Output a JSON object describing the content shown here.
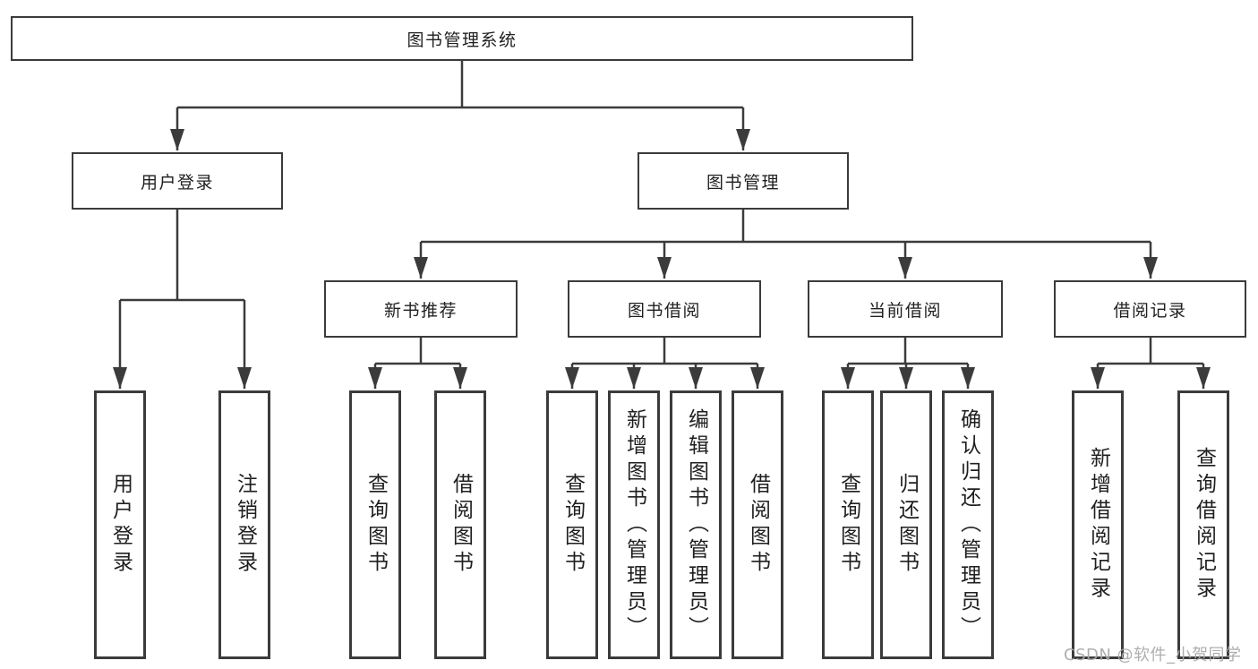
{
  "tree": {
    "root": "图书管理系统",
    "level2": [
      {
        "label": "用户登录"
      },
      {
        "label": "图书管理"
      }
    ],
    "level3": [
      {
        "label": "新书推荐"
      },
      {
        "label": "图书借阅"
      },
      {
        "label": "当前借阅"
      },
      {
        "label": "借阅记录"
      }
    ],
    "leaves": {
      "user_login": [
        "用户登录",
        "注销登录"
      ],
      "new_book": [
        "查询图书",
        "借阅图书"
      ],
      "book_borrow": [
        "查询图书",
        "新增图书（管理员）",
        "编辑图书（管理员）",
        "借阅图书"
      ],
      "current_borrow": [
        "查询图书",
        "归还图书",
        "确认归还（管理员）"
      ],
      "borrow_record": [
        "新增借阅记录",
        "查询借阅记录"
      ]
    }
  },
  "watermark": {
    "text": "CSDN @软件_小贺同学"
  },
  "colors": {
    "line": "#3b3b3b",
    "text": "#1f1f1f",
    "watermark": "#aaaaaa",
    "background": "#ffffff"
  }
}
